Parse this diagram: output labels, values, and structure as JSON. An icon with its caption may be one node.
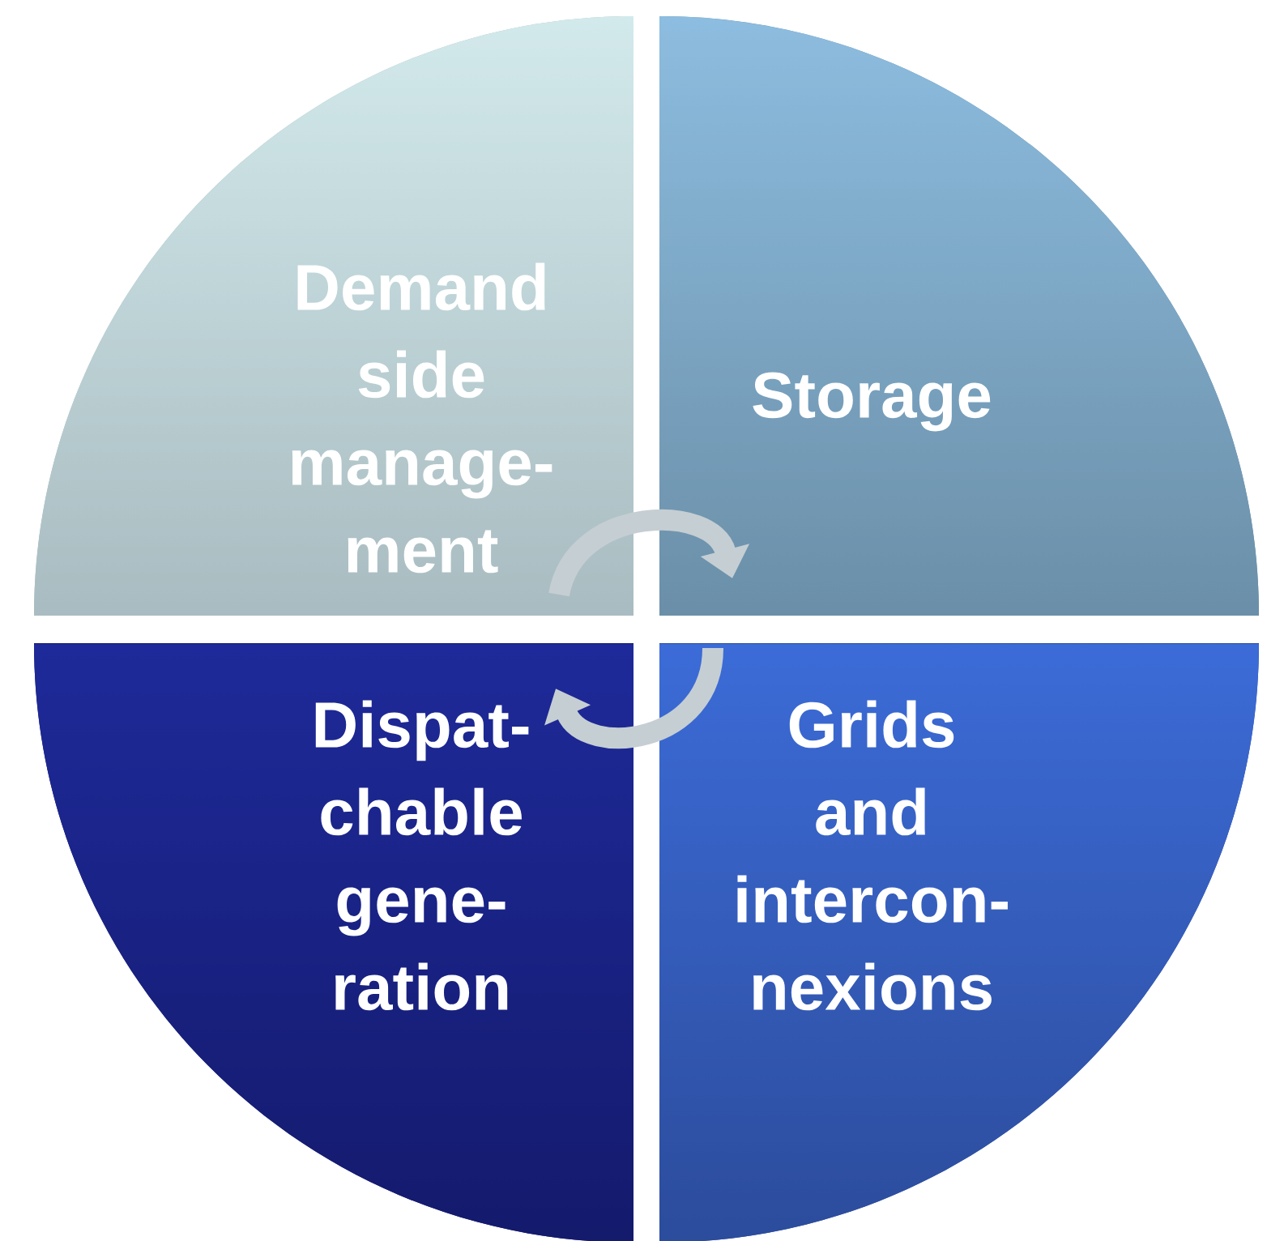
{
  "diagram": {
    "nodes": [
      {
        "text": [
          "Demand side manage-ment"
        ]
      },
      {
        "text": [
          "Storage"
        ]
      },
      {
        "text": [
          "Dispat-chable gene-ration"
        ]
      },
      {
        "text": [
          "Grids and intercon-nexions"
        ]
      }
    ],
    "edges": [
      {
        "from": 0,
        "to": 1,
        "arrow": "to"
      },
      {
        "from": 3,
        "to": 2,
        "arrow": "to"
      }
    ]
  }
}
